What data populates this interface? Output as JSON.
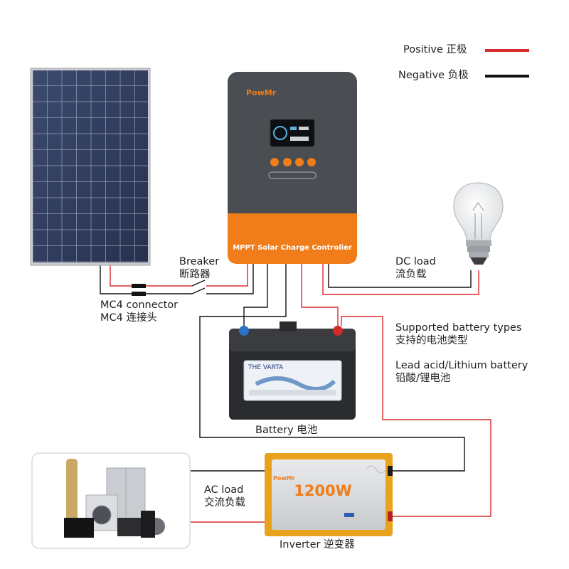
{
  "legend": {
    "positive": "Positive 正极",
    "negative": "Negative 负极",
    "positive_color": "#d92b2b",
    "negative_color": "#111111"
  },
  "controller": {
    "brand": "PowMr",
    "title": "MPPT Solar Charge Controller",
    "accent_color": "#f07c1a",
    "body_color": "#4a4d52"
  },
  "labels": {
    "breaker_en": "Breaker",
    "breaker_cn": "断路器",
    "mc4_en": "MC4 connector",
    "mc4_cn": "MC4 连接头",
    "dc_load_en": "DC load",
    "dc_load_cn": "流负载",
    "battery_types_en": "Supported battery types",
    "battery_types_cn": "支持的电池类型",
    "lead_lithium_en": "Lead acid/Lithium battery",
    "lead_lithium_cn": "铅酸/锂电池",
    "battery": "Battery 电池",
    "ac_load_en": "AC load",
    "ac_load_cn": "交流负载",
    "inverter": "Inverter 逆变器"
  },
  "battery": {
    "brand": "THE VARTA"
  },
  "inverter": {
    "brand": "PowMr",
    "power": "1200W"
  },
  "icons": {
    "solar_panel": "solar-panel-icon",
    "controller": "charge-controller-icon",
    "bulb": "light-bulb-icon",
    "battery": "car-battery-icon",
    "inverter": "inverter-icon",
    "appliances": "home-appliances-icon"
  }
}
